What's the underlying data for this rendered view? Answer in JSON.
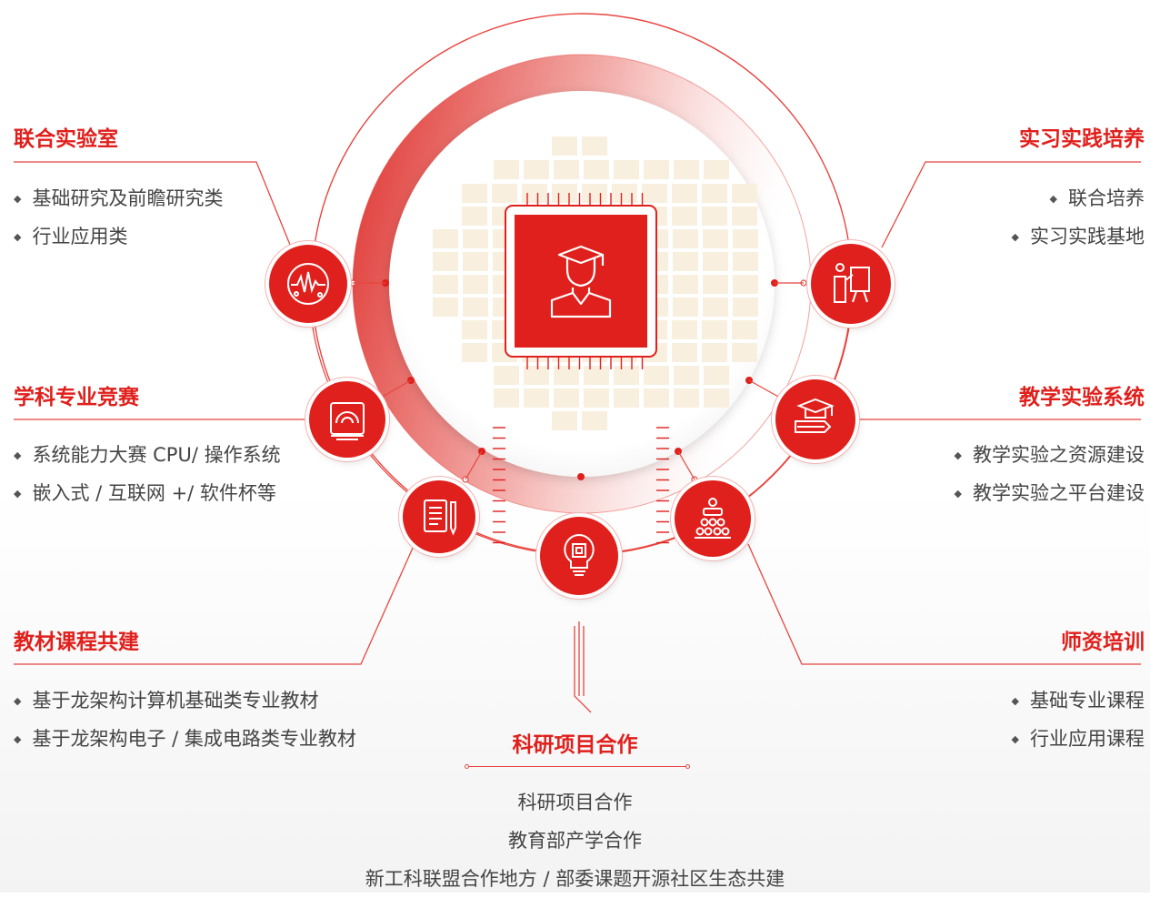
{
  "sections": {
    "joint_lab": {
      "title": "联合实验室",
      "items": [
        "基础研究及前瞻研究类",
        "行业应用类"
      ]
    },
    "competition": {
      "title": "学科专业竞赛",
      "items": [
        "系统能力大赛 CPU/ 操作系统",
        "嵌入式 / 互联网 +/ 软件杯等"
      ]
    },
    "textbook": {
      "title": "教材课程共建",
      "items": [
        "基于龙架构计算机基础类专业教材",
        "基于龙架构电子 / 集成电路类专业教材"
      ]
    },
    "internship": {
      "title": "实习实践培养",
      "items": [
        "联合培养",
        "实习实践基地"
      ]
    },
    "teaching_lab": {
      "title": "教学实验系统",
      "items": [
        "教学实验之资源建设",
        "教学实验之平台建设"
      ]
    },
    "teacher_training": {
      "title": "师资培训",
      "items": [
        "基础专业课程",
        "行业应用课程"
      ]
    },
    "research": {
      "title": "科研项目合作",
      "items": [
        "科研项目合作",
        "教育部产学合作",
        "新工科联盟合作地方 / 部委课题开源社区生态共建"
      ]
    }
  },
  "icons": {
    "hub": "graduate-chip-icon",
    "joint_lab": "waveform-lab-icon",
    "competition": "certificate-scroll-icon",
    "textbook": "notepad-pen-icon",
    "research": "chip-lightbulb-icon",
    "teacher_training": "lecture-audience-icon",
    "teaching_lab": "book-mortarboard-icon",
    "internship": "presenter-board-icon"
  },
  "colors": {
    "accent": "#e0201c",
    "text": "#444444",
    "tile": "#f8efdf"
  }
}
